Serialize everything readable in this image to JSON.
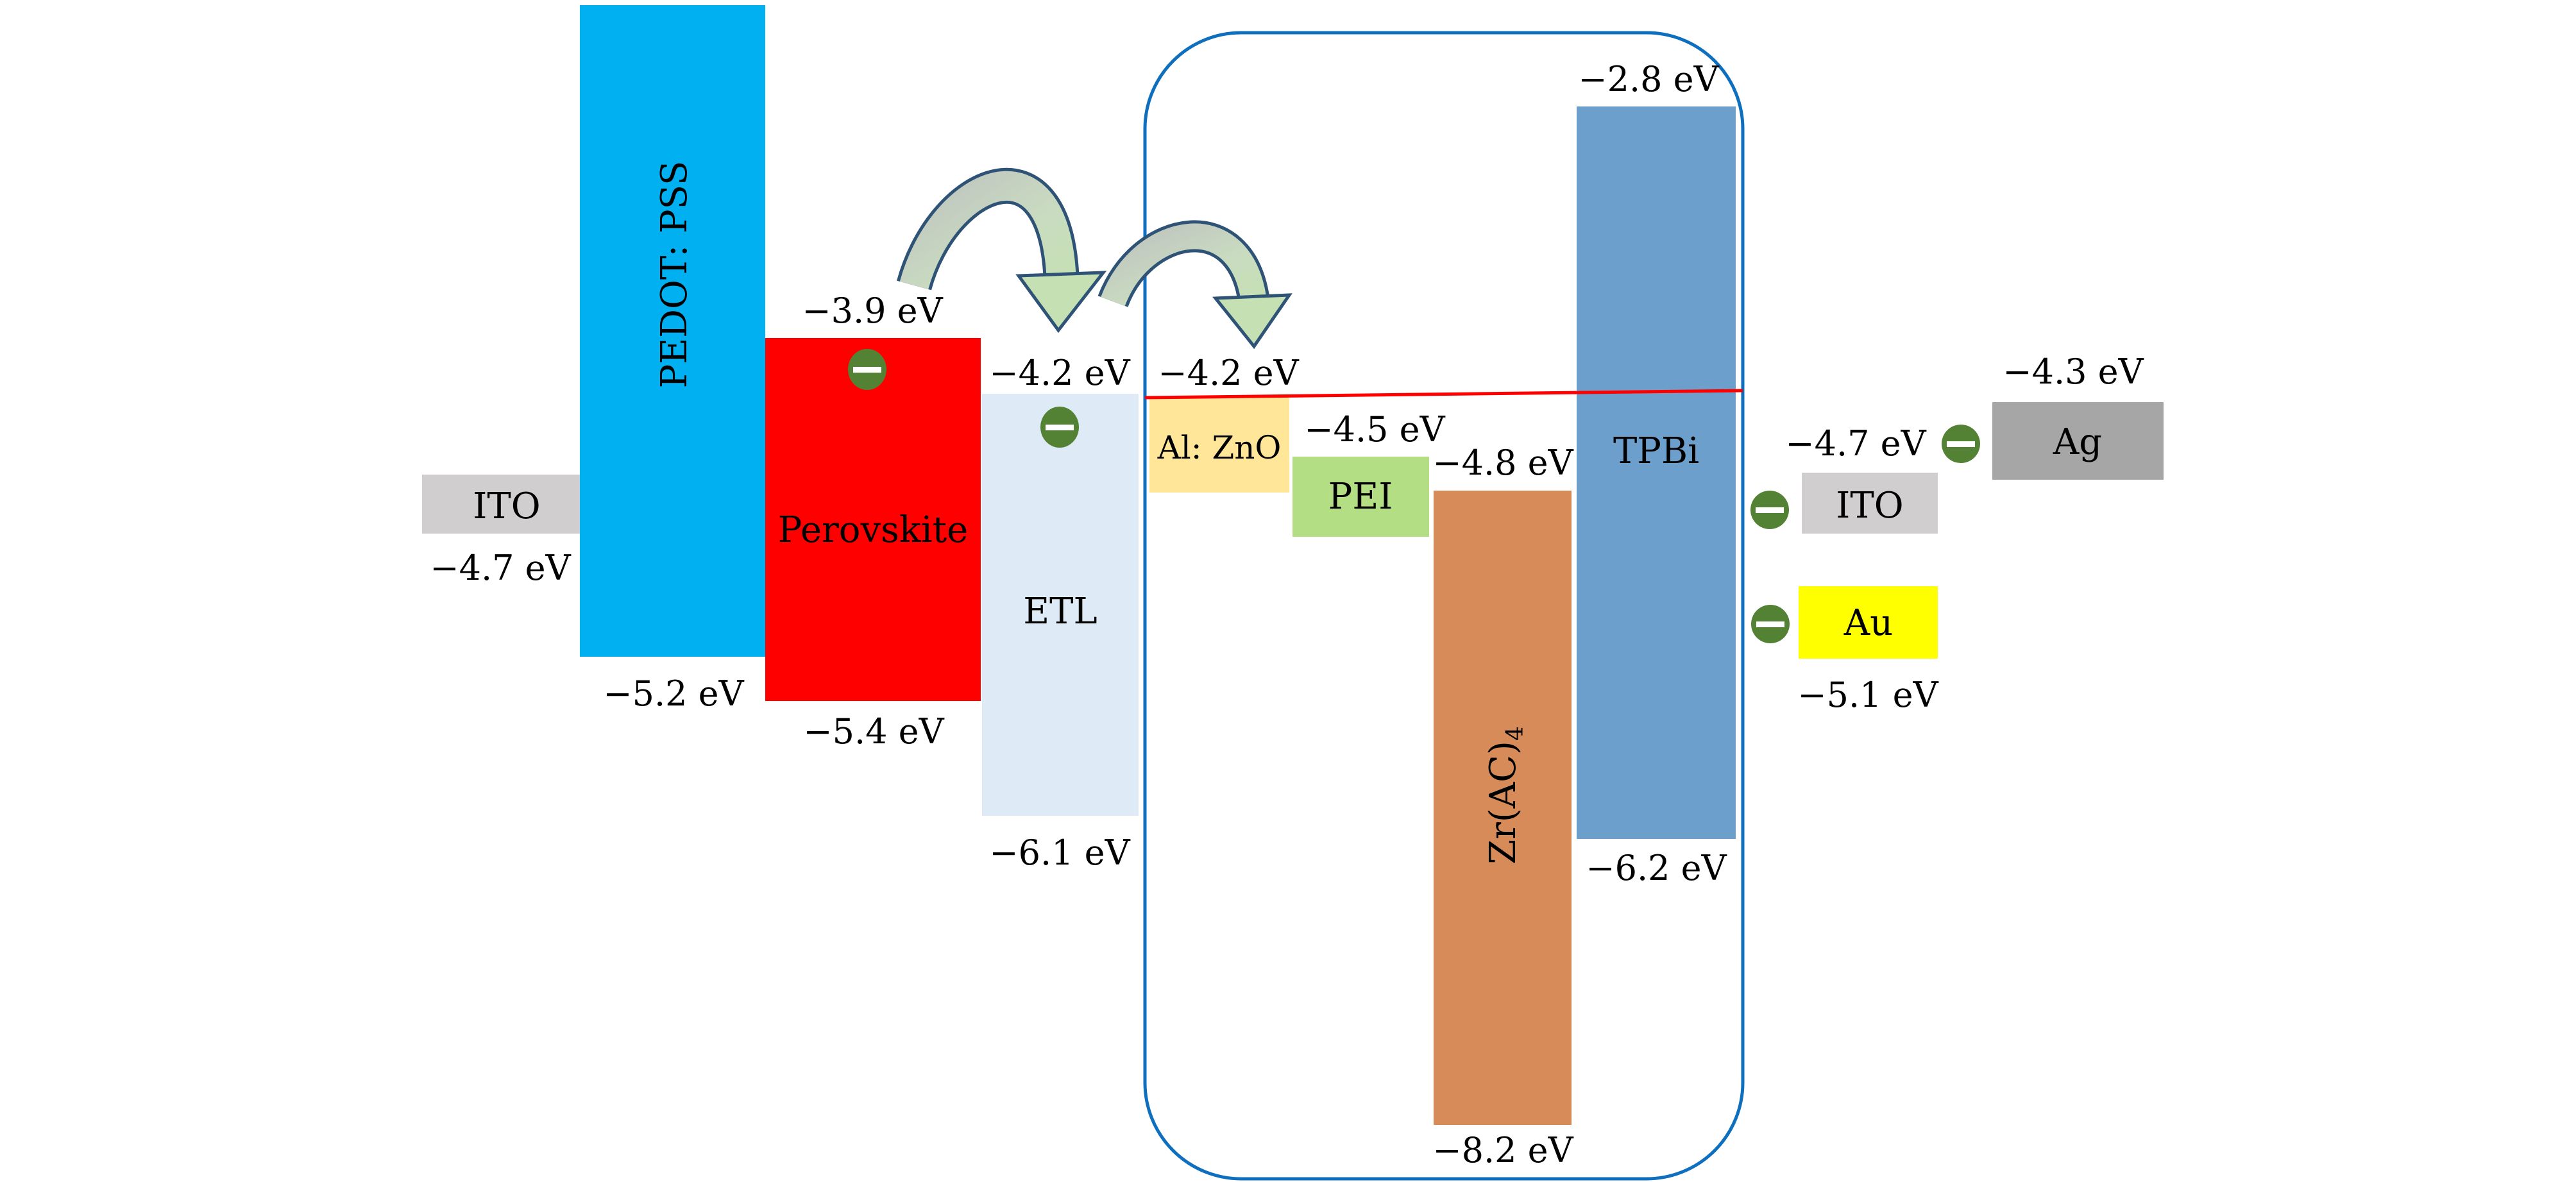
{
  "colors": {
    "ito": "#d0cece",
    "pedot": "#00b0f0",
    "perovskite": "#ff0000",
    "etl": "#deebf7",
    "alzno": "#ffe699",
    "pei": "#b4de84",
    "zrac": "#d68b59",
    "tpbi": "#6d9fcc",
    "au": "#ffff00",
    "ag": "#a6a6a6",
    "electron": "#548235",
    "box": "#0e6fbe",
    "fermi_line": "#ff0000"
  },
  "layers": {
    "ito_left": {
      "name": "ITO",
      "level": "−4.7 eV"
    },
    "pedot": {
      "name": "PEDOT: PSS",
      "bottom": "−5.2 eV"
    },
    "perovskite": {
      "name": "Perovskite",
      "top": "−3.9 eV",
      "bottom": "−5.4 eV"
    },
    "etl": {
      "name": "ETL",
      "top": "−4.2 eV",
      "bottom": "−6.1 eV"
    },
    "alzno": {
      "name": "Al: ZnO",
      "top": "−4.2 eV"
    },
    "pei": {
      "name": "PEI",
      "top": "−4.5 eV"
    },
    "zrac": {
      "name": "Zr(AC)",
      "subscript": "4",
      "top": "−4.8 eV",
      "bottom": "−8.2 eV"
    },
    "tpbi": {
      "name": "TPBi",
      "top": "−2.8 eV",
      "bottom": "−6.2 eV"
    },
    "ito_right": {
      "name": "ITO",
      "level": "−4.7 eV"
    },
    "au": {
      "name": "Au",
      "level": "−5.1 eV"
    },
    "ag": {
      "name": "Ag",
      "level": "−4.3 eV"
    }
  }
}
